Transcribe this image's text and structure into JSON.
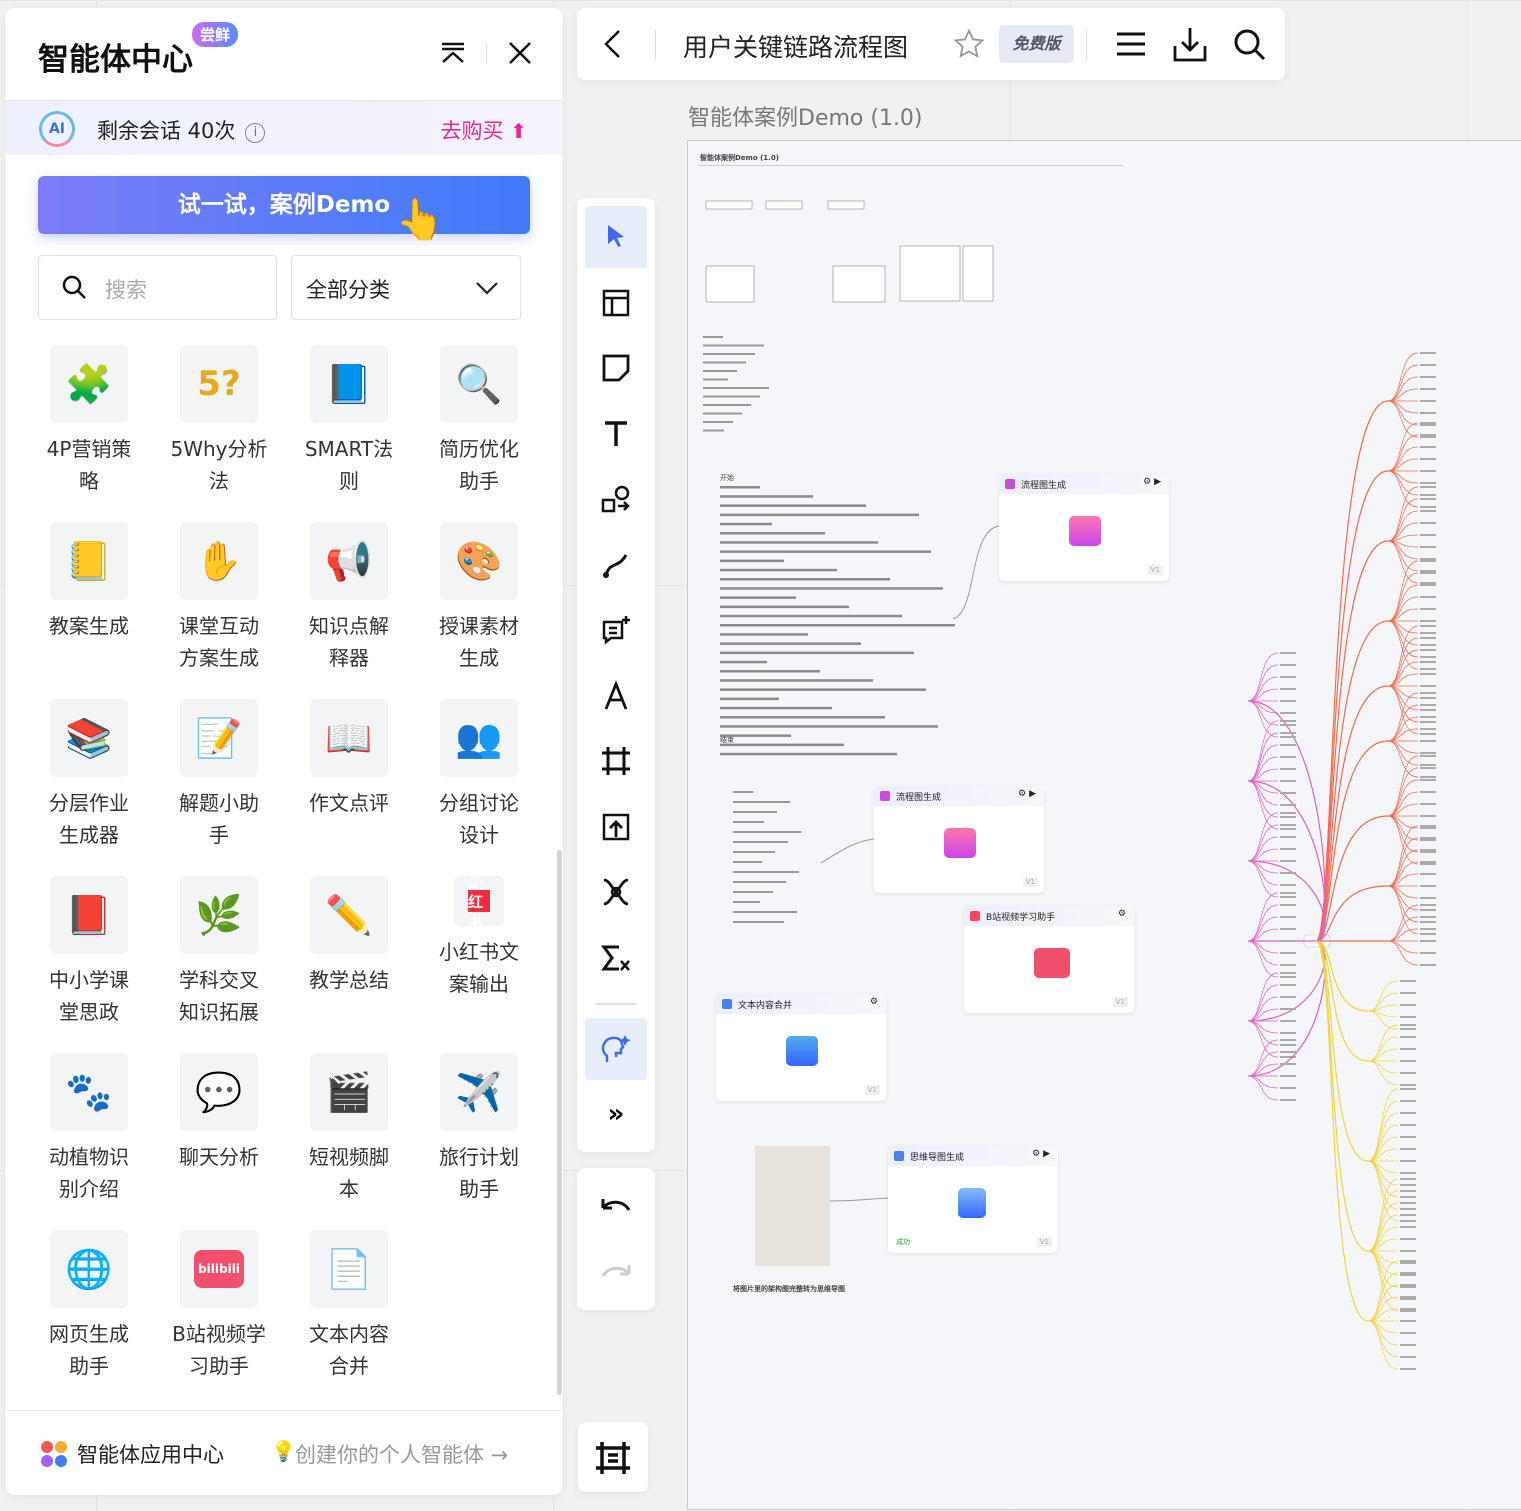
{
  "panel": {
    "title": "智能体中心",
    "badge": "尝鲜",
    "quota_text": "剩余会话 40次",
    "info": "i",
    "buy": "去购买",
    "demo_button": "试一试，案例Demo",
    "search_placeholder": "搜索",
    "category": "全部分类",
    "items": [
      {
        "name": "4P营销策\n略",
        "icon": "🧩"
      },
      {
        "name": "5Why分析\n法",
        "icon": "5?"
      },
      {
        "name": "SMART法\n则",
        "icon": "📘"
      },
      {
        "name": "简历优化\n助手",
        "icon": "🔍"
      },
      {
        "name": "教案生成",
        "icon": "📒"
      },
      {
        "name": "课堂互动\n方案生成",
        "icon": "✋"
      },
      {
        "name": "知识点解\n释器",
        "icon": "📢"
      },
      {
        "name": "授课素材\n生成",
        "icon": "🎨"
      },
      {
        "name": "分层作业\n生成器",
        "icon": "📚"
      },
      {
        "name": "解题小助\n手",
        "icon": "📝"
      },
      {
        "name": "作文点评",
        "icon": "📖"
      },
      {
        "name": "分组讨论\n设计",
        "icon": "👥"
      },
      {
        "name": "中小学课\n堂思政",
        "icon": "📕"
      },
      {
        "name": "学科交叉\n知识拓展",
        "icon": "🌿"
      },
      {
        "name": "教学总结",
        "icon": "✏️"
      },
      {
        "name": "小红书文\n案输出",
        "icon": "小红书"
      },
      {
        "name": "动植物识\n别介绍",
        "icon": "🐾"
      },
      {
        "name": "聊天分析",
        "icon": "💬"
      },
      {
        "name": "短视频脚\n本",
        "icon": "🎬"
      },
      {
        "name": "旅行计划\n助手",
        "icon": "✈️"
      },
      {
        "name": "网页生成\n助手",
        "icon": "🌐"
      },
      {
        "name": "B站视频学\n习助手",
        "icon": "bilibili"
      },
      {
        "name": "文本内容\n合并",
        "icon": "📄"
      }
    ],
    "footer_app_center": "智能体应用中心",
    "footer_create": "创建你的个人智能体 →"
  },
  "topbar": {
    "title": "用户关键链路流程图",
    "plan": "免费版"
  },
  "canvas": {
    "title": "智能体案例Demo (1.0)",
    "inner_title": "智能体案例Demo (1.0)",
    "nodes": [
      {
        "title": "流程图生成",
        "version": "V1"
      },
      {
        "title": "流程图生成",
        "version": "V1"
      },
      {
        "title": "B站视频学习助手",
        "version": "V1"
      },
      {
        "title": "文本内容合并",
        "version": "V1"
      },
      {
        "title": "思维导图生成",
        "version": "V1",
        "status": "成功"
      }
    ],
    "flow_start": "开始",
    "flow_end": "结束",
    "caption": "将图片里的架构图完整转为思维导图"
  },
  "colors": {
    "accent": "#4f7cf9",
    "buy": "#e6289a",
    "mind_red": "#f36b4f",
    "mind_pink": "#e35fc9",
    "mind_yellow": "#f2d43c"
  }
}
